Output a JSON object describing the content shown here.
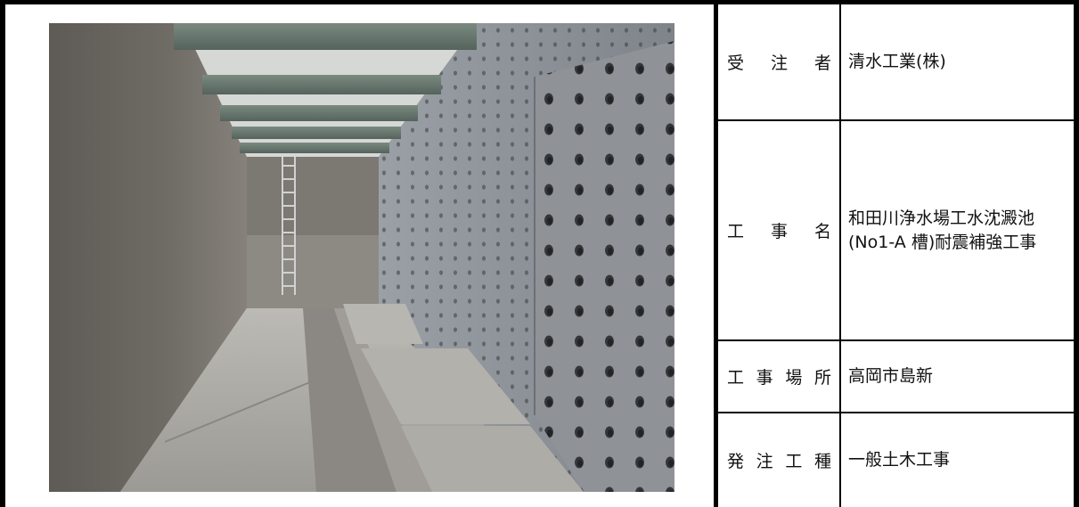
{
  "photo": {
    "description_icon": "concrete-tank-photo-icon"
  },
  "table": {
    "rows": [
      {
        "label": "受注者",
        "value": "清水工業(株)"
      },
      {
        "label": "工事名",
        "value": "和田川浄水場工水沈澱池(No1-A 槽)耐震補強工事"
      },
      {
        "label": "工事場所",
        "value": "高岡市島新"
      },
      {
        "label": "発注工種",
        "value": "一般土木工事"
      }
    ]
  },
  "colors": {
    "border": "#000000",
    "background": "#ffffff",
    "concrete_dark": "#6e6a64",
    "concrete_panel": "#8a8d91",
    "floor": "#a9a7a2"
  }
}
